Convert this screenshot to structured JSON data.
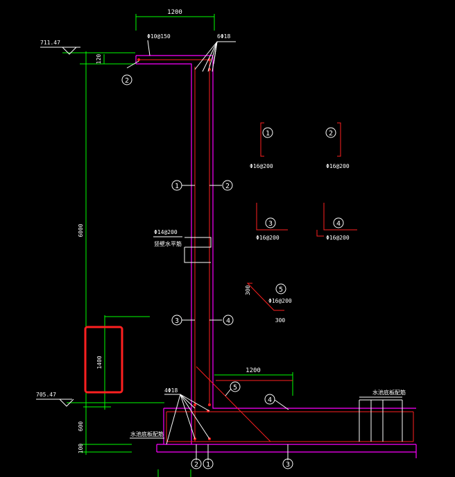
{
  "colors": {
    "background": "#000000",
    "dimension": "#00ff00",
    "wall_outline": "#ff00ff",
    "rebar": "#ff2020",
    "annotation": "#ffffff",
    "selection": "#ff2020"
  },
  "dims": {
    "top_width": "1200",
    "top_thick": "120",
    "wall_height": "6000",
    "highlight_seg": "1400",
    "lower1": "600",
    "lower2": "100",
    "base_width": "1200"
  },
  "elevations": {
    "top": "711.47",
    "bottom": "705.47"
  },
  "rebar_notes": {
    "top_stirrup": "Φ10@150",
    "top_corner": "6Φ18",
    "mid_bars": "Φ14@200",
    "mid_text": "竖壁水平筋",
    "base_corner": "4Φ18",
    "base_left": "水池底板配筋",
    "base_right": "水池底板配筋"
  },
  "legend": [
    {
      "mark": "1",
      "spec": "Φ16@200"
    },
    {
      "mark": "2",
      "spec": "Φ16@200"
    },
    {
      "mark": "3",
      "spec": "Φ16@200"
    },
    {
      "mark": "4",
      "spec": "Φ16@200"
    },
    {
      "mark": "5",
      "spec": "Φ16@200",
      "leg1": "300",
      "leg2": "300"
    }
  ],
  "marks": {
    "m1": "1",
    "m2": "2",
    "m3": "3",
    "m4": "4",
    "m5": "5"
  }
}
